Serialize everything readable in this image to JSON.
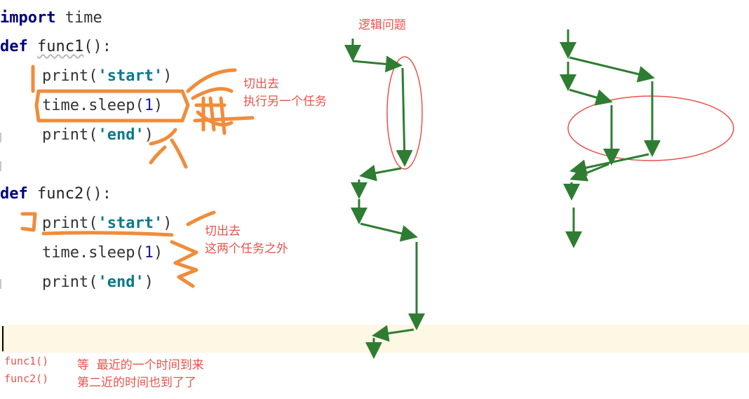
{
  "code": {
    "line1": {
      "kw": "import",
      "rest": " time"
    },
    "line2": {
      "kw": "def",
      "name": "func1",
      "tail": "():"
    },
    "line3": {
      "fn": "print(",
      "str": "'start'",
      "close": ")"
    },
    "line4": {
      "fn": "time.sleep(",
      "num": "1",
      "close": ")"
    },
    "line5": {
      "fn": "print(",
      "str": "'end'",
      "close": ")"
    },
    "line6": {
      "kw": "def",
      "name": "func2",
      "tail": "():"
    },
    "line7": {
      "fn": "print(",
      "str": "'start'",
      "close": ")"
    },
    "line8": {
      "fn": "time.sleep(",
      "num": "1",
      "close": ")"
    },
    "line9": {
      "fn": "print(",
      "str": "'end'",
      "close": ")"
    },
    "call1": "func1()",
    "call2": "func2()"
  },
  "annotations": {
    "logic_problem": "逻辑问题",
    "switch_out_1a": "切出去",
    "switch_out_1b": "执行另一个任务",
    "switch_out_2a": "切出去",
    "switch_out_2b": "这两个任务之外",
    "wait_1": "等  最近的一个时间到来",
    "wait_2": "第二近的时间也到了了"
  },
  "colors": {
    "annotation": "#e8534a",
    "pen": "#f08c3a",
    "arrow": "#2e7d32",
    "current_line": "#fdf7e4"
  }
}
